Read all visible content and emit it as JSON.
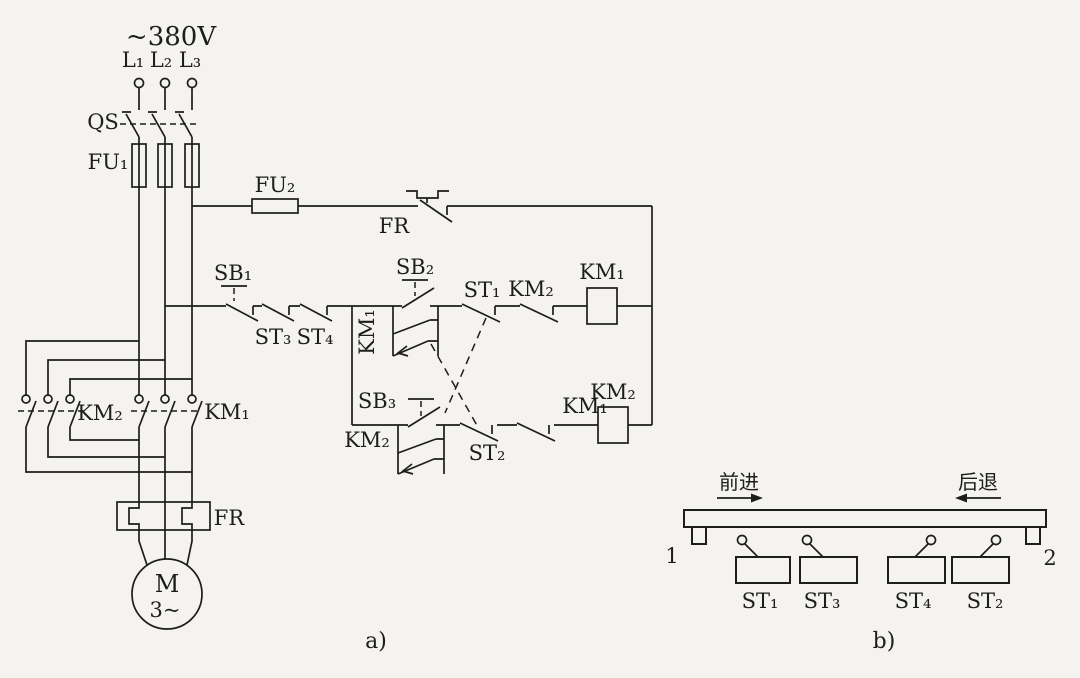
{
  "colors": {
    "background": "#f4f3f0",
    "line": "#1d1d1d"
  },
  "figure_a": {
    "caption": "a)",
    "supply_voltage": "~380V",
    "phases": [
      "L₁",
      "L₂",
      "L₃"
    ],
    "disconnect_switch": "QS",
    "main_fuse": "FU₁",
    "control_fuse": "FU₂",
    "thermal_relay_contact": "FR",
    "thermal_relay_heater": "FR",
    "stop_button": "SB₁",
    "limit_st3": "ST₃",
    "limit_st4": "ST₄",
    "start_forward_button": "SB₂",
    "km1_latch": "KM₁",
    "limit_st1": "ST₁",
    "km2_interlock": "KM₂",
    "km1_coil": "KM₁",
    "start_reverse_button": "SB₃",
    "km2_latch": "KM₂",
    "limit_st2": "ST₂",
    "km1_interlock": "KM₁",
    "km2_coil": "KM₂",
    "km2_main_contacts": "KM₂",
    "km1_main_contacts": "KM₁",
    "motor_letter": "M",
    "motor_phases": "3~"
  },
  "figure_b": {
    "caption": "b)",
    "forward_label": "前进",
    "backward_label": "后退",
    "position_left": "1",
    "position_right": "2",
    "switch_labels": [
      "ST₁",
      "ST₃",
      "ST₄",
      "ST₂"
    ]
  }
}
